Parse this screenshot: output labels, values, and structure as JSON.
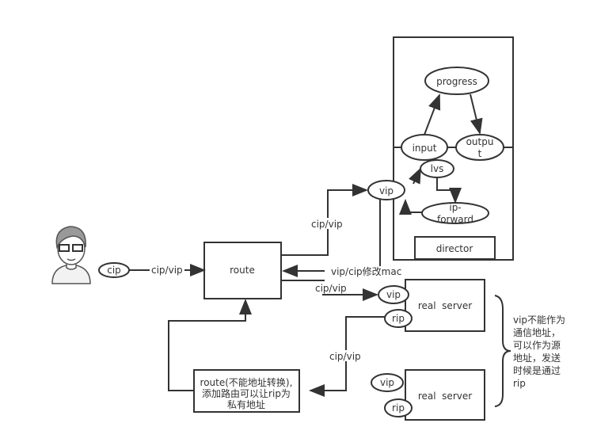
{
  "director": {
    "label": "director",
    "progress": "progress",
    "input": "input",
    "output_1": "outpu",
    "output_2": "t",
    "lvs": "lvs",
    "vip": "vip",
    "ipforward_1": "ip-",
    "ipforward_2": "forward"
  },
  "client": {
    "cip": "cip",
    "edge_label": "cip/vip"
  },
  "route": {
    "label": "route",
    "to_vip_label": "cip/vip",
    "return_label": "vip/cip修改mac",
    "to_rs_label": "cip/vip"
  },
  "route2": {
    "line1": "route(不能地址转换),",
    "line2": "添加路由可以让rip为",
    "line3": "私有地址",
    "from_rip_label": "cip/vip"
  },
  "real_servers": [
    {
      "label": "real  server",
      "vip": "vip",
      "rip": "rip"
    },
    {
      "label": "real  server",
      "vip": "vip",
      "rip": "rip"
    }
  ],
  "note": [
    "vip不能作为",
    "通信地址，",
    "可以作为源",
    "地址，发送",
    "时候是通过",
    "rip"
  ]
}
